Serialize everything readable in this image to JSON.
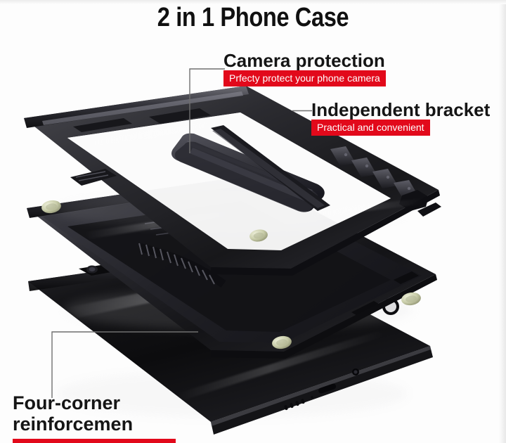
{
  "page": {
    "title": "2 in 1 Phone Case",
    "background_color": "#ffffff",
    "accent_color": "#e2091b",
    "heading_color": "#151515"
  },
  "callouts": [
    {
      "id": "camera-protection",
      "heading": "Camera protection",
      "badge": "Prfecty protect your phone camera",
      "badge_color": "#e2091b"
    },
    {
      "id": "independent-bracket",
      "heading": "Independent bracket",
      "badge": "Practical and convenient",
      "badge_color": "#e2091b"
    },
    {
      "id": "four-corner-reinforcement",
      "heading": "Four-corner reinforcemen",
      "badge": "",
      "badge_color": "#e2091b"
    }
  ],
  "product": {
    "name": "2 in 1 armor phone case exploded view",
    "layers": [
      "outer-armor-frame",
      "inner-tpu-case-with-kickstand",
      "black-smartphone"
    ],
    "case_color": "#1d1d1f",
    "screw_color": "#c9cdaa",
    "phone_color": "#121214"
  }
}
